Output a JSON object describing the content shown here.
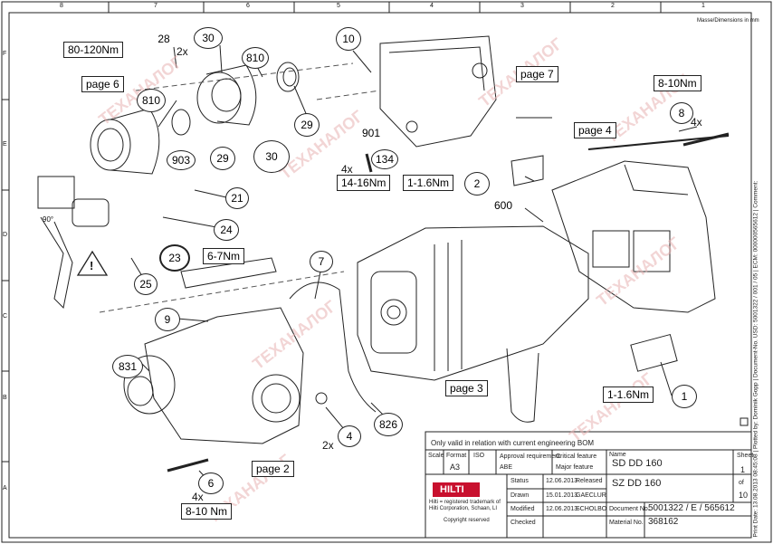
{
  "frame": {
    "top_cols": [
      "8",
      "7",
      "6",
      "5",
      "4",
      "3",
      "2",
      "1"
    ],
    "side_rows": [
      "F",
      "E",
      "D",
      "C",
      "B",
      "A"
    ],
    "unit_note": "Masse/Dimensions in mm"
  },
  "callouts": {
    "c28": "28",
    "c30a": "30",
    "c810a": "810",
    "c10": "10",
    "c810b": "810",
    "c29a": "29",
    "c29b": "29",
    "c30b": "30",
    "c903": "903",
    "c901": "901",
    "c134": "134",
    "c21": "21",
    "c24": "24",
    "c23": "23",
    "c25": "25",
    "c7": "7",
    "c9": "9",
    "c831": "831",
    "c8": "8",
    "c2": "2",
    "c600": "600",
    "c1": "1",
    "c4": "4",
    "c826": "826",
    "c6": "6"
  },
  "boxes": {
    "torque_80_120": "80-120Nm",
    "page6": "page 6",
    "page7": "page 7",
    "page4": "page 4",
    "torque_14_16": "14-16Nm",
    "torque_1_16a": "1-1.6Nm",
    "torque_6_7": "6-7Nm",
    "page3": "page 3",
    "torque_1_16b": "1-1.6Nm",
    "page2": "page 2",
    "torque_8_10a": "8-10Nm",
    "torque_8_10b": "8-10 Nm"
  },
  "qty": {
    "q2x_a": "2x",
    "q4x_a": "4x",
    "q4x_b": "4x",
    "q2x_b": "2x",
    "q4x_c": "4x"
  },
  "warning_glyph": "!",
  "angle": "90°",
  "title_block": {
    "validity": "Only valid in relation with current engineering BOM",
    "scale_label": "Scale",
    "format_label": "Format",
    "format": "A3",
    "iso": "ISO",
    "approval": "Approval requirement",
    "abe": "ABE",
    "critical": "Critical feature",
    "major": "Major feature",
    "name_label": "Name",
    "name1": "SD DD 160",
    "name2": "SZ DD 160",
    "sheet_label": "Sheet",
    "sheet_num": "1",
    "sheet_of": "of",
    "sheet_total": "10",
    "status_label": "Status",
    "drawn_label": "Drawn",
    "modified_label": "Modified",
    "checked_label": "Checked",
    "status_date": "12.06.2013",
    "status_val": "Released",
    "drawn_date": "15.01.2013",
    "drawn_val": "GAECLUR",
    "mod_date": "12.06.2013",
    "mod_val": "SCHOLBO",
    "hilti_logo": "HILTI",
    "trademark": "Hilti = registered trademark of Hilti Corporation, Schaan, LI",
    "copyright": "Copyright reserved",
    "docnum_label": "Document No.",
    "docnum": "5001322 / E / 565612",
    "matnum_label": "Material No.",
    "matnum": "368162"
  },
  "side_text": "Print Date: 13.08.2013 08:45:08 | Plotted by: Dominik Gopp | Document-No. USD: 5001322 / 001 / 05 | ECM: 000000565612 | Comment:",
  "watermark": "ТЕХАНАЛОГ",
  "colors": {
    "line": "#222222",
    "watermark": "#e0a0a0",
    "paper": "#ffffff"
  }
}
